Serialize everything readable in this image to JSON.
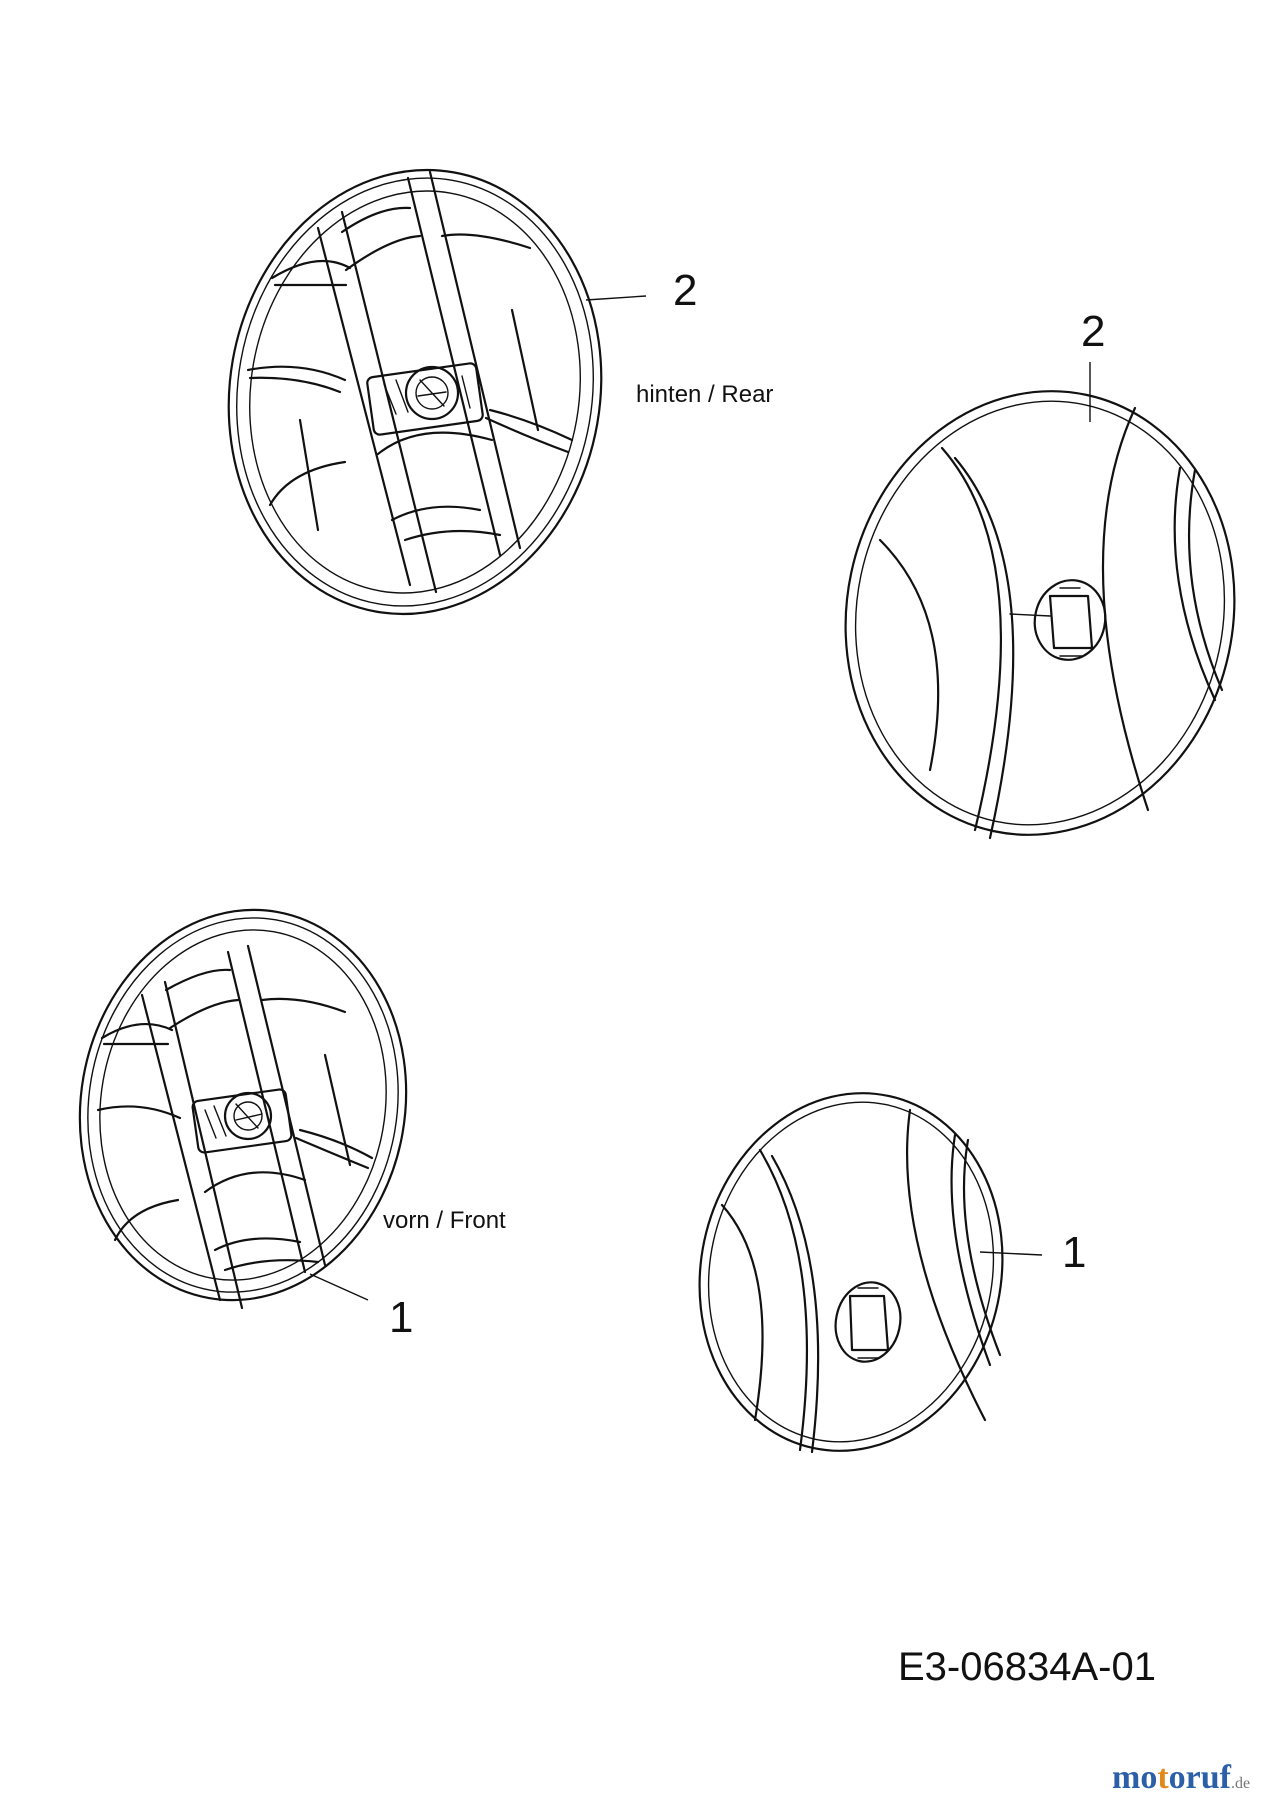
{
  "callouts": {
    "rear_cap_number": "2",
    "rear_cap_caption": "hinten / Rear",
    "rear_cover_number": "2",
    "front_cap_number": "1",
    "front_cap_caption": "vorn / Front",
    "front_cover_number": "1"
  },
  "drawing_number": "E3-06834A-01",
  "watermark": {
    "name": "motoruf",
    "tld": ".de",
    "colors": {
      "blue": "#2b5fa8",
      "orange": "#e08a1e",
      "gray": "#777777"
    }
  }
}
